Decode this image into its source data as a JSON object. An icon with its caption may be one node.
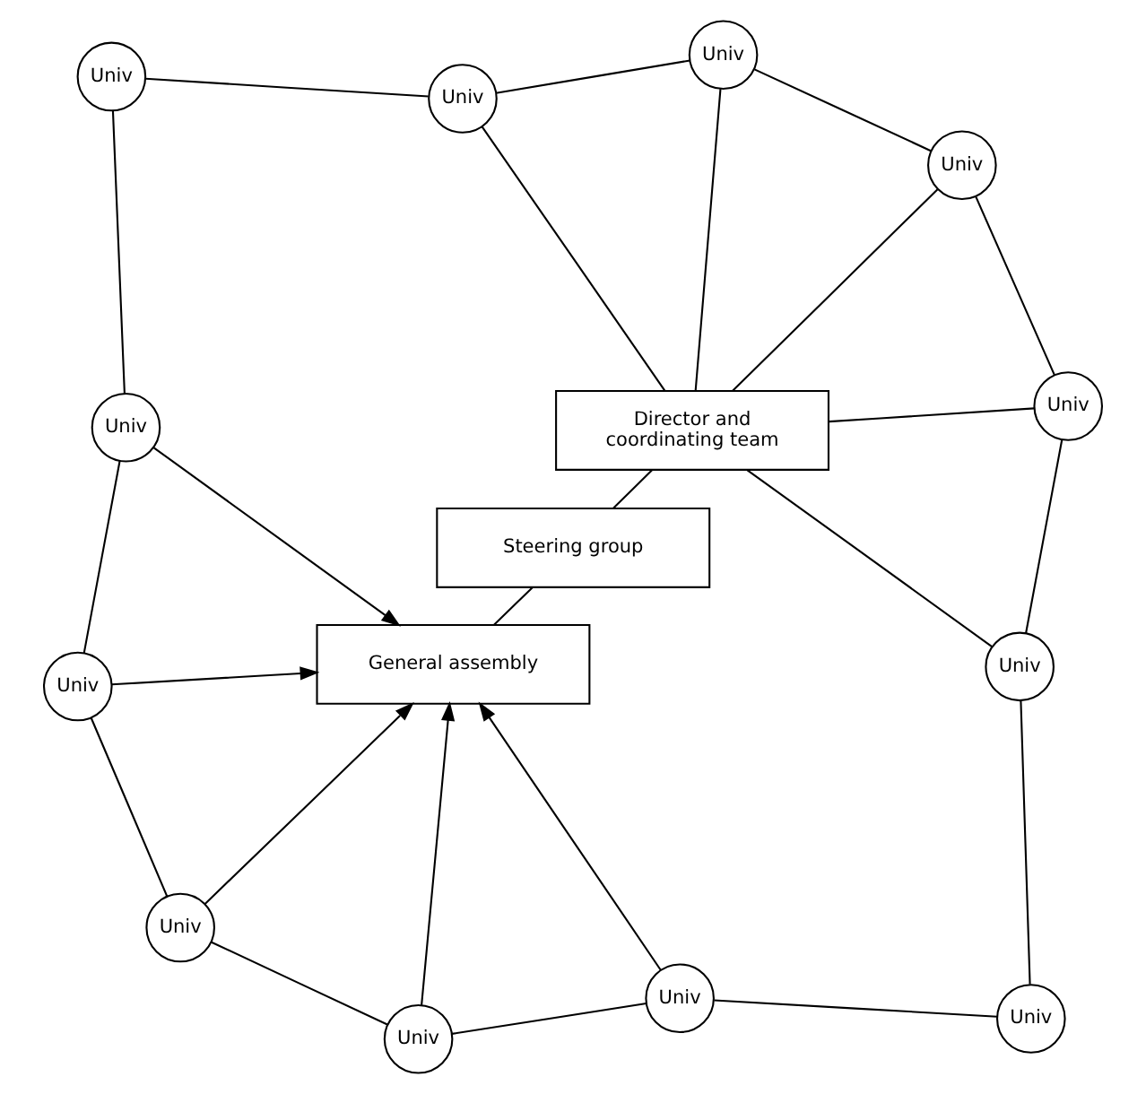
{
  "diagram": {
    "nodes": [
      {
        "text": [
          "Univ"
        ]
      },
      {
        "text": [
          "Univ"
        ]
      },
      {
        "text": [
          "Univ"
        ]
      },
      {
        "text": [
          "General assembly"
        ]
      },
      {
        "text": [
          "Univ"
        ]
      },
      {
        "text": [
          "Univ"
        ]
      },
      {
        "text": [
          "Steering group"
        ]
      },
      {
        "text": [
          "Director and coordinating team"
        ]
      },
      {
        "text": [
          "Univ"
        ]
      },
      {
        "text": [
          "Univ"
        ]
      },
      {
        "text": [
          "Univ"
        ]
      },
      {
        "text": [
          "Univ"
        ]
      },
      {
        "text": [
          "Univ"
        ]
      },
      {
        "text": [
          "Univ"
        ]
      },
      {
        "text": [
          "Univ"
        ]
      }
    ],
    "edges": [
      {
        "from": 0,
        "to": 3,
        "arrow": "to"
      },
      {
        "from": 1,
        "to": 3,
        "arrow": "to"
      },
      {
        "from": 2,
        "to": 3,
        "arrow": "to"
      },
      {
        "from": 4,
        "to": 3,
        "arrow": "to"
      },
      {
        "from": 5,
        "to": 3,
        "arrow": "to"
      },
      {
        "from": 3,
        "to": 6,
        "arrow": "none"
      },
      {
        "from": 6,
        "to": 7,
        "arrow": "none"
      },
      {
        "from": 7,
        "to": 11,
        "arrow": "none"
      },
      {
        "from": 7,
        "to": 13,
        "arrow": "none"
      },
      {
        "from": 7,
        "to": 14,
        "arrow": "none"
      },
      {
        "from": 7,
        "to": 12,
        "arrow": "none"
      },
      {
        "from": 7,
        "to": 10,
        "arrow": "none"
      },
      {
        "from": 0,
        "to": 2,
        "arrow": "none"
      },
      {
        "from": 2,
        "to": 5,
        "arrow": "none"
      },
      {
        "from": 5,
        "to": 9,
        "arrow": "none"
      },
      {
        "from": 9,
        "to": 10,
        "arrow": "none"
      },
      {
        "from": 10,
        "to": 12,
        "arrow": "none"
      },
      {
        "from": 12,
        "to": 14,
        "arrow": "none"
      },
      {
        "from": 14,
        "to": 13,
        "arrow": "none"
      },
      {
        "from": 13,
        "to": 11,
        "arrow": "none"
      },
      {
        "from": 11,
        "to": 8,
        "arrow": "none"
      },
      {
        "from": 8,
        "to": 4,
        "arrow": "none"
      },
      {
        "from": 4,
        "to": 1,
        "arrow": "none"
      },
      {
        "from": 1,
        "to": 0,
        "arrow": "none"
      }
    ]
  }
}
